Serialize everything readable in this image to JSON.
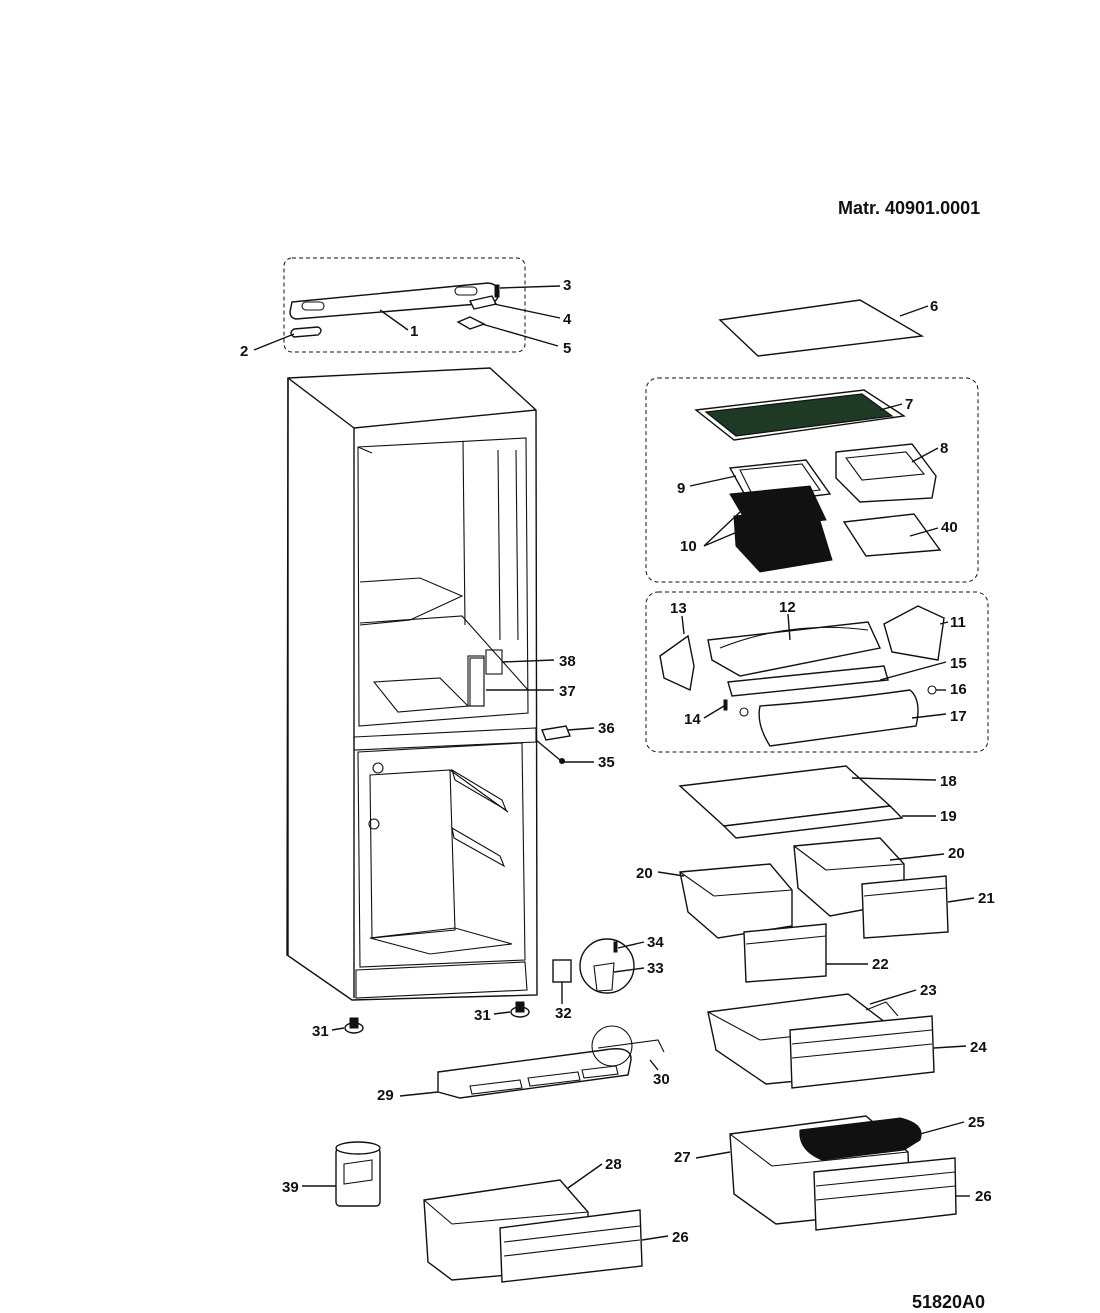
{
  "header": {
    "material": "Matr. 40901.0001"
  },
  "footer": {
    "code": "51820A0"
  },
  "parts": [
    {
      "id": "1",
      "label": "1"
    },
    {
      "id": "2",
      "label": "2"
    },
    {
      "id": "3",
      "label": "3"
    },
    {
      "id": "4",
      "label": "4"
    },
    {
      "id": "5",
      "label": "5"
    },
    {
      "id": "6",
      "label": "6"
    },
    {
      "id": "7",
      "label": "7"
    },
    {
      "id": "8",
      "label": "8"
    },
    {
      "id": "9",
      "label": "9"
    },
    {
      "id": "10",
      "label": "10"
    },
    {
      "id": "11",
      "label": "11"
    },
    {
      "id": "12",
      "label": "12"
    },
    {
      "id": "13",
      "label": "13"
    },
    {
      "id": "14",
      "label": "14"
    },
    {
      "id": "15",
      "label": "15"
    },
    {
      "id": "16",
      "label": "16"
    },
    {
      "id": "17",
      "label": "17"
    },
    {
      "id": "18",
      "label": "18"
    },
    {
      "id": "19",
      "label": "19"
    },
    {
      "id": "20a",
      "label": "20"
    },
    {
      "id": "20b",
      "label": "20"
    },
    {
      "id": "21",
      "label": "21"
    },
    {
      "id": "22",
      "label": "22"
    },
    {
      "id": "23",
      "label": "23"
    },
    {
      "id": "24",
      "label": "24"
    },
    {
      "id": "25",
      "label": "25"
    },
    {
      "id": "26a",
      "label": "26"
    },
    {
      "id": "26b",
      "label": "26"
    },
    {
      "id": "27",
      "label": "27"
    },
    {
      "id": "28",
      "label": "28"
    },
    {
      "id": "29",
      "label": "29"
    },
    {
      "id": "30",
      "label": "30"
    },
    {
      "id": "31a",
      "label": "31"
    },
    {
      "id": "31b",
      "label": "31"
    },
    {
      "id": "32",
      "label": "32"
    },
    {
      "id": "33",
      "label": "33"
    },
    {
      "id": "34",
      "label": "34"
    },
    {
      "id": "35",
      "label": "35"
    },
    {
      "id": "36",
      "label": "36"
    },
    {
      "id": "37",
      "label": "37"
    },
    {
      "id": "38",
      "label": "38"
    },
    {
      "id": "39",
      "label": "39"
    },
    {
      "id": "40",
      "label": "40"
    }
  ]
}
